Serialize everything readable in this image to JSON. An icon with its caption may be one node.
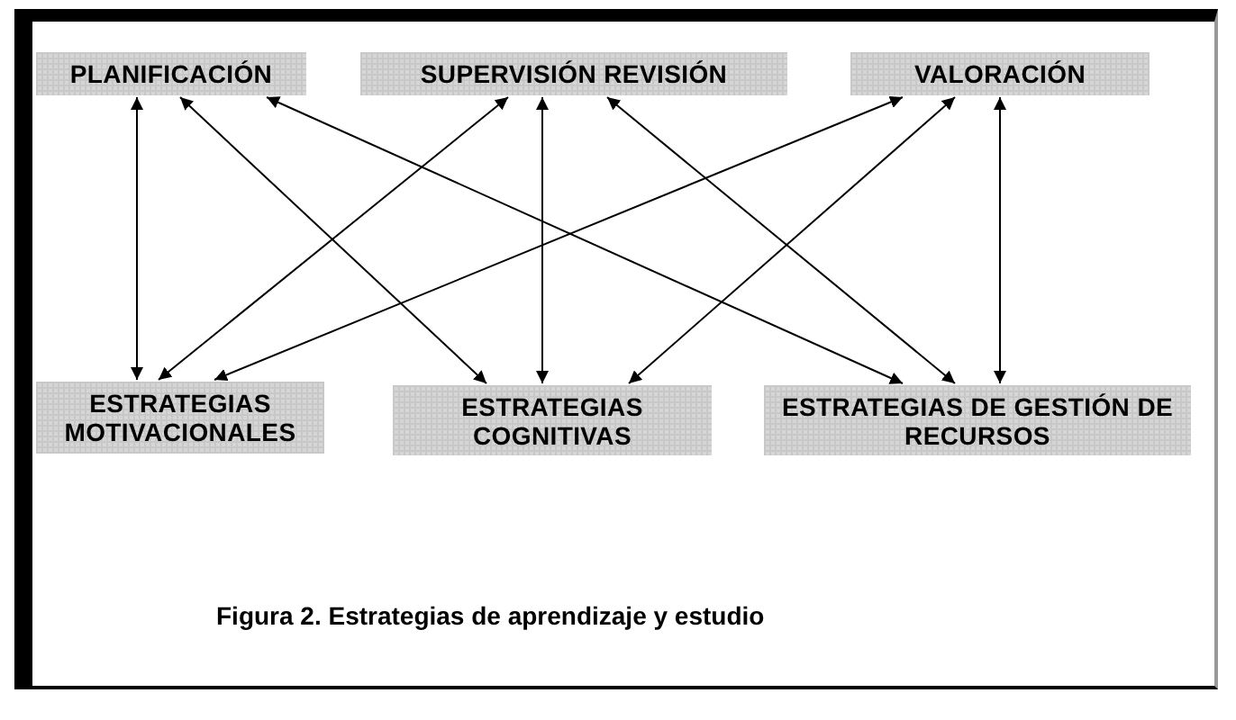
{
  "diagram": {
    "caption": "Figura 2. Estrategias de aprendizaje y estudio",
    "nodes": [
      {
        "text": [
          "PLANIFICACIÓN"
        ]
      },
      {
        "text": [
          "SUPERVISIÓN REVISIÓN"
        ]
      },
      {
        "text": [
          "VALORACIÓN"
        ]
      },
      {
        "text": [
          "ESTRATEGIAS MOTIVACIONALES"
        ]
      },
      {
        "text": [
          "ESTRATEGIAS COGNITIVAS"
        ]
      },
      {
        "text": [
          "ESTRATEGIAS DE GESTIÓN DE RECURSOS"
        ]
      }
    ],
    "edges": [
      {
        "from": 0,
        "to": 3,
        "arrow": "both"
      },
      {
        "from": 0,
        "to": 4,
        "arrow": "both"
      },
      {
        "from": 0,
        "to": 5,
        "arrow": "both"
      },
      {
        "from": 1,
        "to": 3,
        "arrow": "both"
      },
      {
        "from": 1,
        "to": 4,
        "arrow": "both"
      },
      {
        "from": 1,
        "to": 5,
        "arrow": "both"
      },
      {
        "from": 2,
        "to": 3,
        "arrow": "both"
      },
      {
        "from": 2,
        "to": 4,
        "arrow": "both"
      },
      {
        "from": 2,
        "to": 5,
        "arrow": "both"
      }
    ]
  }
}
